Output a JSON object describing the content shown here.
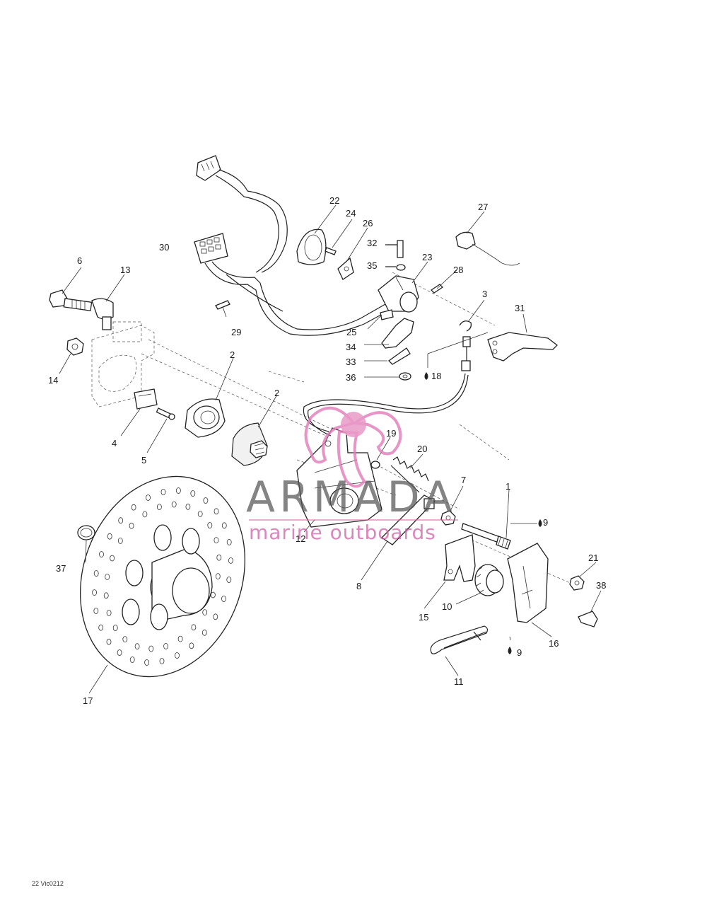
{
  "callouts": {
    "c1": "1",
    "c2a": "2",
    "c2b": "2",
    "c3": "3",
    "c4": "4",
    "c5": "5",
    "c6": "6",
    "c7": "7",
    "c8": "8",
    "c9a": "9",
    "c9b": "9",
    "c10": "10",
    "c11": "11",
    "c12": "12",
    "c13": "13",
    "c14": "14",
    "c15": "15",
    "c16": "16",
    "c17": "17",
    "c18": "18",
    "c19": "19",
    "c20": "20",
    "c21": "21",
    "c22": "22",
    "c23": "23",
    "c24": "24",
    "c25": "25",
    "c26": "26",
    "c27": "27",
    "c28": "28",
    "c29": "29",
    "c30": "30",
    "c31": "31",
    "c32": "32",
    "c33": "33",
    "c34": "34",
    "c35": "35",
    "c36": "36",
    "c37": "37",
    "c38": "38"
  },
  "watermark": {
    "brand": "ARMADA",
    "tagline": "marine outboards",
    "colors": {
      "brand": "#555555",
      "accent": "#d26aa8"
    }
  },
  "footer": {
    "code": "22 Vic0212"
  }
}
